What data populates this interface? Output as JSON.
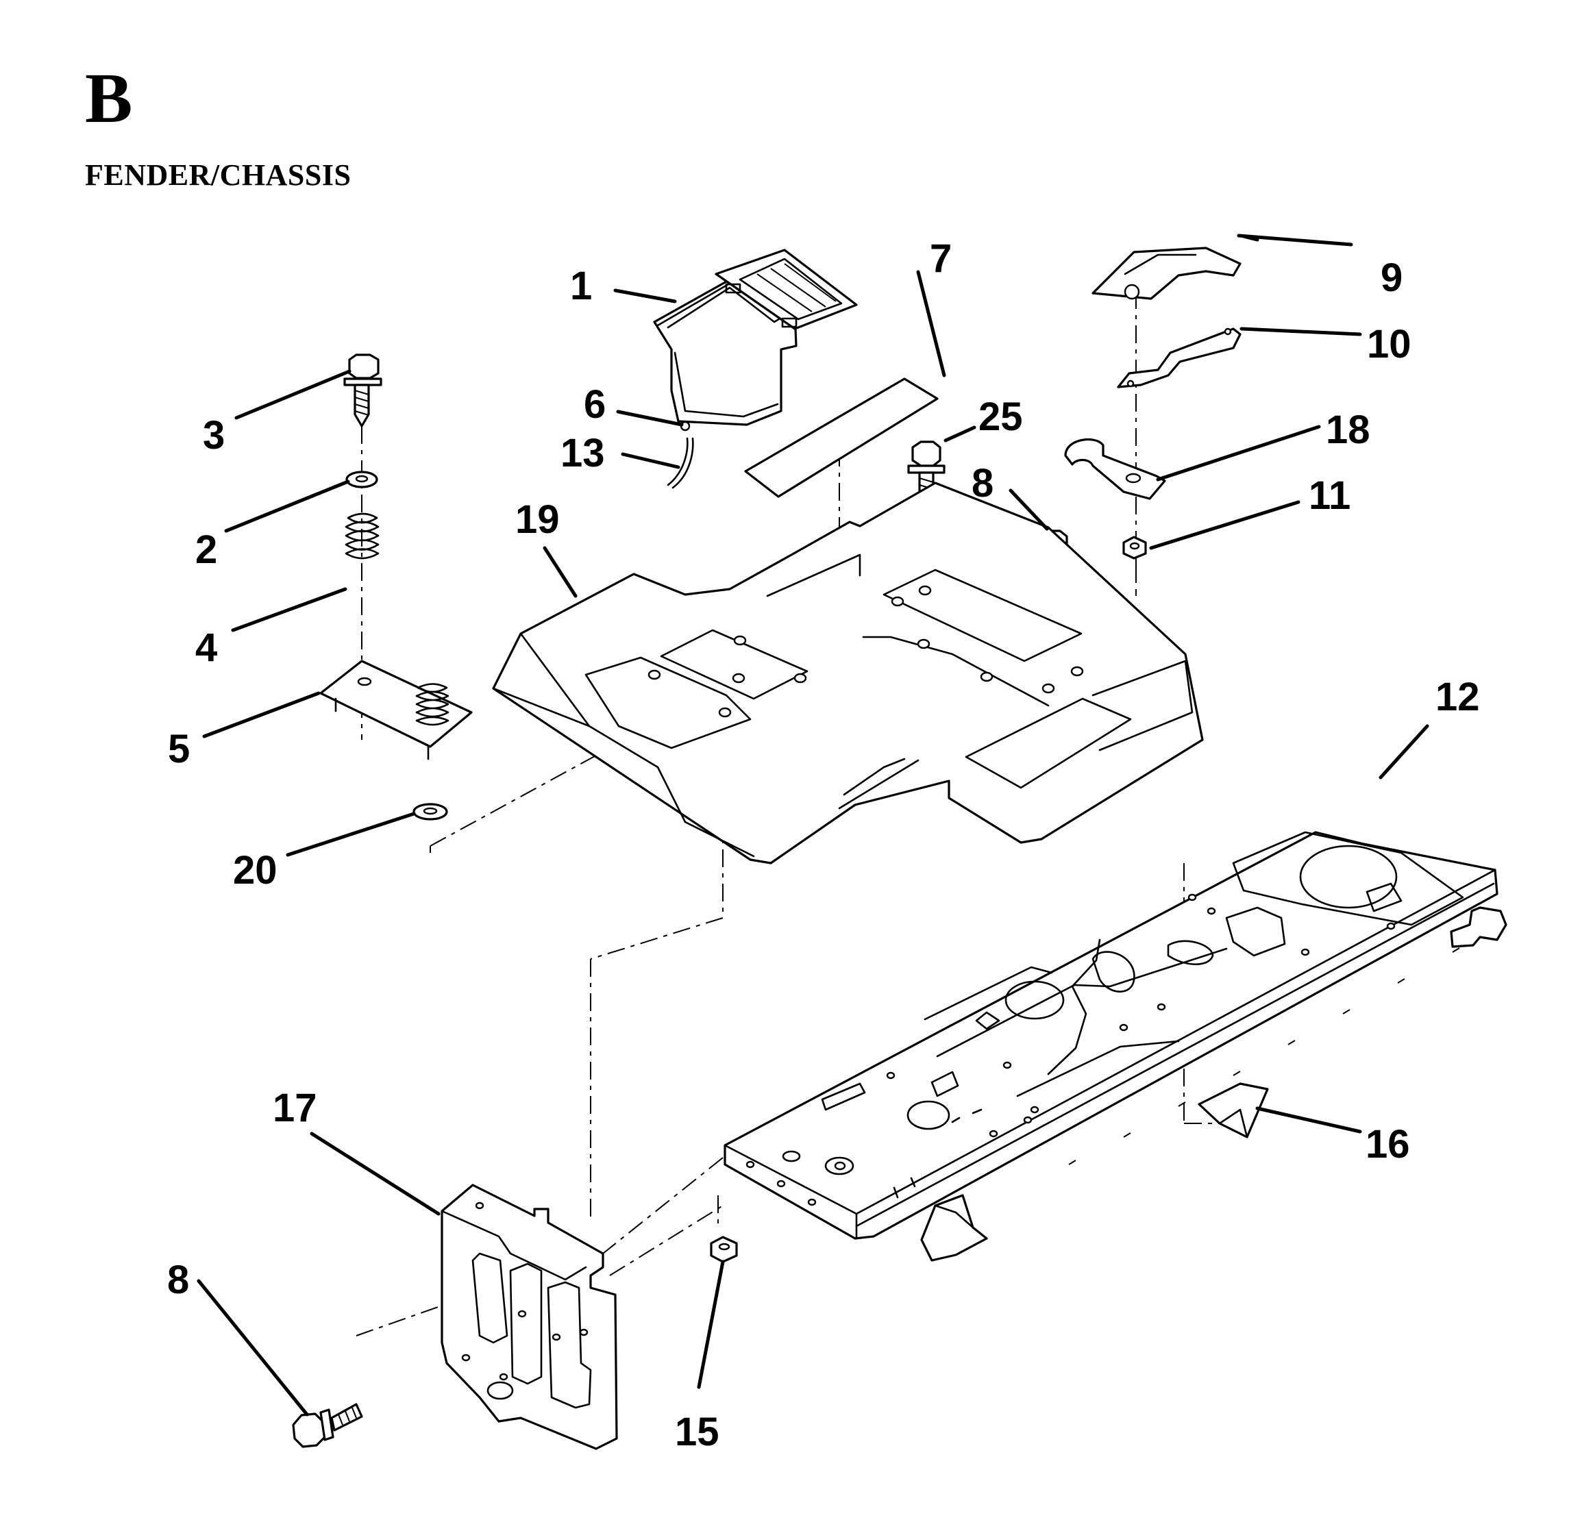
{
  "header": {
    "letter": "B",
    "title": "FENDER/CHASSIS"
  },
  "callouts": [
    "1",
    "2",
    "3",
    "4",
    "5",
    "6",
    "7",
    "8",
    "8",
    "9",
    "10",
    "11",
    "12",
    "13",
    "15",
    "16",
    "17",
    "18",
    "19",
    "20",
    "25"
  ]
}
